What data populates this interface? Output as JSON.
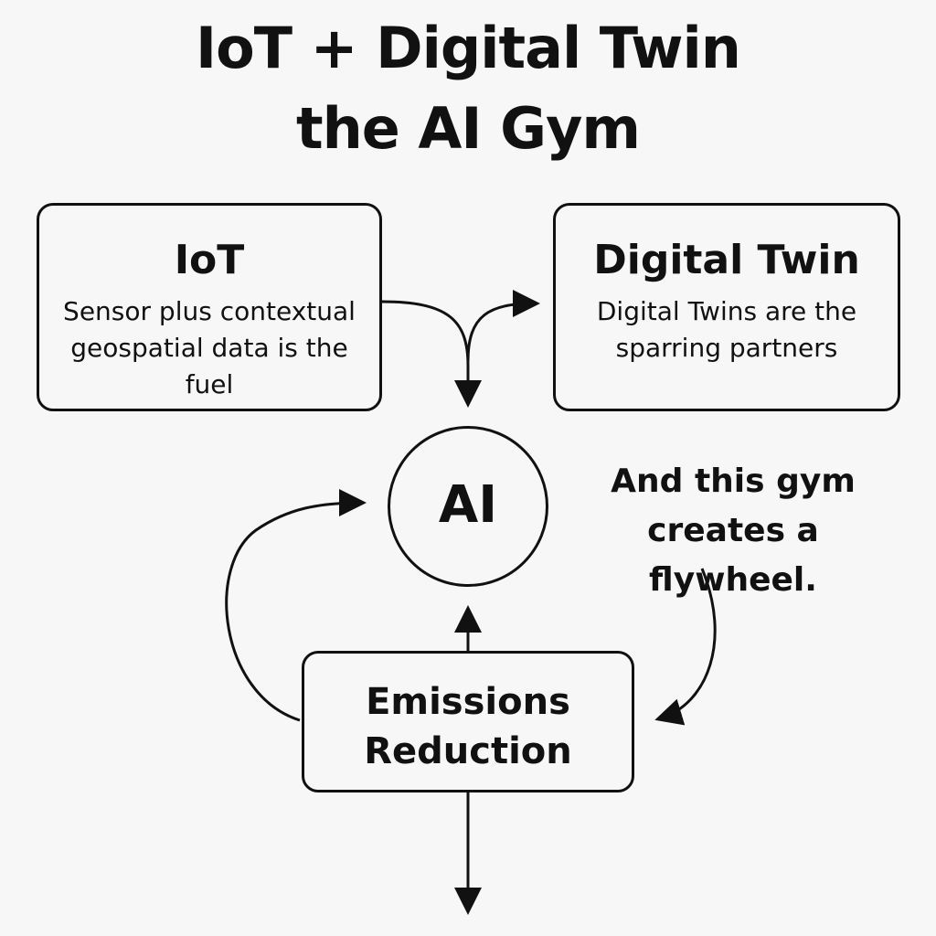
{
  "title": {
    "line1": "IoT + Digital Twin",
    "line2": "the AI Gym"
  },
  "iot_box": {
    "heading": "IoT",
    "body": "Sensor plus contextual geospatial data is the fuel"
  },
  "digital_twin_box": {
    "heading": "Digital Twin",
    "body": "Digital Twins are the sparring partners"
  },
  "ai_node": {
    "label": "AI"
  },
  "flywheel_note": {
    "text": "And this gym creates a flywheel."
  },
  "emissions_box": {
    "text": "Emissions Reduction"
  },
  "colors": {
    "ink": "#111111",
    "background": "#f7f7f7"
  }
}
